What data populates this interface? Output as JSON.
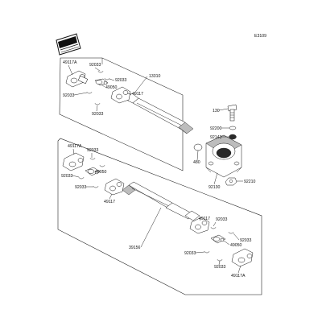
{
  "diagram": {
    "code": "E3109",
    "labels": {
      "box1_part": "13310",
      "box2_part": "39156",
      "a49117A_1": "49117A",
      "a92033_1": "92033",
      "a92033_2": "92033",
      "a49050_1": "49050",
      "a92033_3": "92033",
      "a49117_1": "49117",
      "a92033_4": "92033",
      "a130": "130",
      "a92200": "92200",
      "a92143": "92143",
      "a480": "480",
      "a92210": "92210",
      "a92130": "92130",
      "b49117A_1": "49117A",
      "b92033_1": "92033",
      "b49050_1": "49050",
      "b92033_2": "92033",
      "b92033_3": "92033",
      "b49117_1": "49117",
      "b49117_2": "49117",
      "b92033_4": "92033",
      "b49050_2": "49050",
      "b92033_5": "92033",
      "b92033_6": "92033",
      "b49117A_2": "49117A"
    }
  }
}
